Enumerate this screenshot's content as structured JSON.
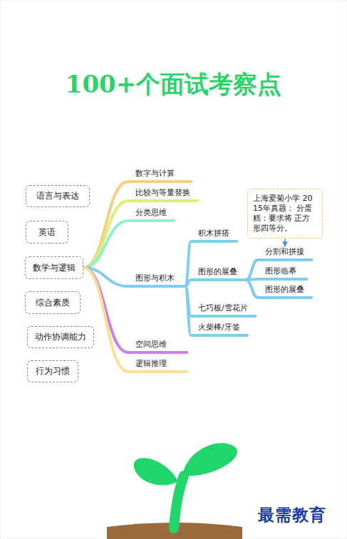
{
  "diagram": {
    "title": "100+个面试考察点",
    "nodes": [
      {
        "text": [
          "语言与表达"
        ]
      },
      {
        "text": [
          "英语"
        ]
      },
      {
        "text": [
          "数学与逻辑"
        ]
      },
      {
        "text": [
          "综合素质"
        ]
      },
      {
        "text": [
          "动作协调能力"
        ]
      },
      {
        "text": [
          "行为习惯"
        ]
      },
      {
        "text": [
          "数字与计算"
        ]
      },
      {
        "text": [
          "比较与等量替换"
        ]
      },
      {
        "text": [
          "分类思维"
        ]
      },
      {
        "text": [
          "图形与积木"
        ]
      },
      {
        "text": [
          "积木拼搭"
        ]
      },
      {
        "text": [
          "图形的展叠"
        ]
      },
      {
        "text": [
          "七巧板/雪花片"
        ]
      },
      {
        "text": [
          "火柴棒/牙签"
        ]
      },
      {
        "text": [
          "上海爱菊小学 2015年真题： 分蛋糕：要求将 正方形四等分。"
        ]
      },
      {
        "text": [
          "分割和拼接"
        ]
      },
      {
        "text": [
          "图形临摹"
        ]
      },
      {
        "text": [
          "图形的展叠"
        ]
      },
      {
        "text": [
          "空间思维"
        ]
      },
      {
        "text": [
          "逻辑推理"
        ]
      }
    ],
    "edges": [
      {
        "from": 2,
        "to": 6,
        "arrow": "none"
      },
      {
        "from": 2,
        "to": 7,
        "arrow": "none"
      },
      {
        "from": 2,
        "to": 8,
        "arrow": "none"
      },
      {
        "from": 2,
        "to": 9,
        "arrow": "none"
      },
      {
        "from": 2,
        "to": 18,
        "arrow": "none"
      },
      {
        "from": 2,
        "to": 19,
        "arrow": "none"
      },
      {
        "from": 9,
        "to": 10,
        "arrow": "none"
      },
      {
        "from": 9,
        "to": 11,
        "arrow": "none"
      },
      {
        "from": 9,
        "to": 12,
        "arrow": "none"
      },
      {
        "from": 9,
        "to": 13,
        "arrow": "none"
      },
      {
        "from": 11,
        "to": 15,
        "arrow": "none"
      },
      {
        "from": 11,
        "to": 16,
        "arrow": "none"
      },
      {
        "from": 11,
        "to": 17,
        "arrow": "none"
      },
      {
        "from": 14,
        "to": 15,
        "arrow": "to"
      }
    ],
    "labels": [
      "最需教育"
    ]
  }
}
